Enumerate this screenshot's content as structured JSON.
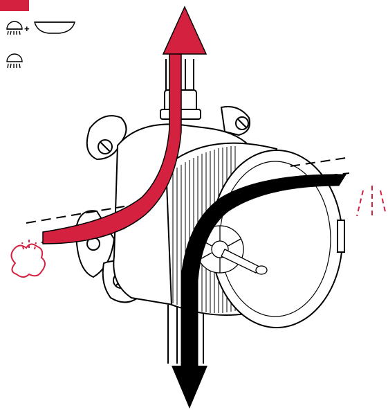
{
  "colors": {
    "accent_red": "#d3213f",
    "ink": "#000000",
    "background": "#ffffff"
  },
  "legend": {
    "items": [
      {
        "icons": [
          "shower-head-icon",
          "plus-icon",
          "bathtub-icon"
        ],
        "plus_symbol": "+"
      },
      {
        "icons": [
          "shower-head-icon"
        ]
      }
    ]
  },
  "diagram": {
    "subject": "concealed-valve-body",
    "flows": [
      {
        "color": "#d3213f",
        "direction": "up",
        "icon": "shower-spray-icon"
      },
      {
        "color": "#000000",
        "direction": "down",
        "icon": "steam-cloud-icon"
      }
    ]
  }
}
